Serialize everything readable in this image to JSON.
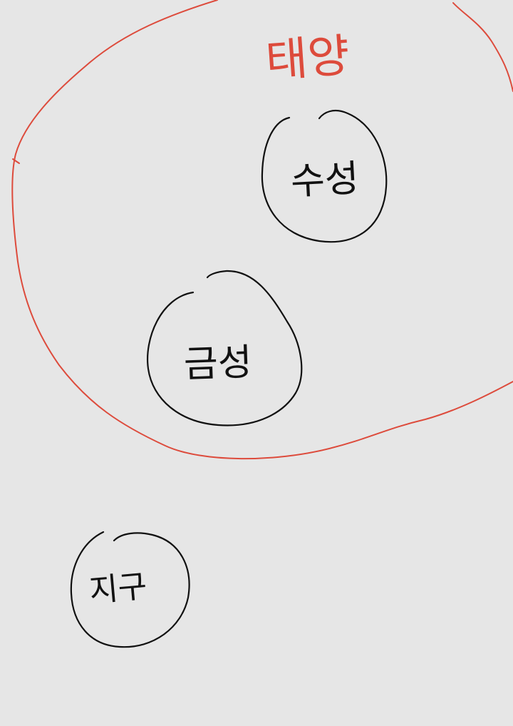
{
  "labels": {
    "sun": "태양",
    "mercury": "수성",
    "venus": "금성",
    "earth": "지구"
  },
  "colors": {
    "background": "#e6e6e6",
    "outline": "#dd4b3c",
    "ink": "#111111"
  }
}
